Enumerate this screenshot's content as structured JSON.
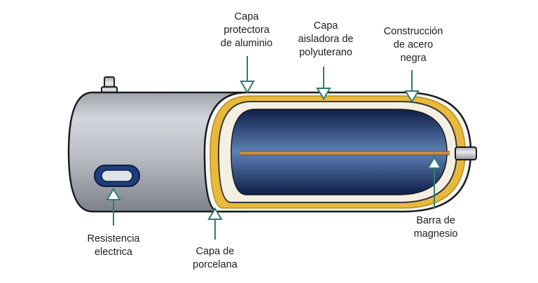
{
  "labels": {
    "capa_aluminio": "Capa\nprotectora\nde aluminio",
    "capa_aislante": "Capa\naisladora de\npolyuterano",
    "construccion_acero": "Construcción\nde acero\nnegra",
    "resistencia": "Resistencia\nelectrica",
    "capa_porcelana": "Capa de\nporcelana",
    "barra_magnesio": "Barra de\nmagnesio"
  },
  "colors": {
    "arrow": "#2f7d6f",
    "tank_body": "#bfc2c8",
    "insulation": "#e9b93a",
    "porcelain": "#f4f4f2",
    "inner_dark": "#10204a",
    "inner_light": "#5c7fb5",
    "rod": "#c8914a"
  }
}
